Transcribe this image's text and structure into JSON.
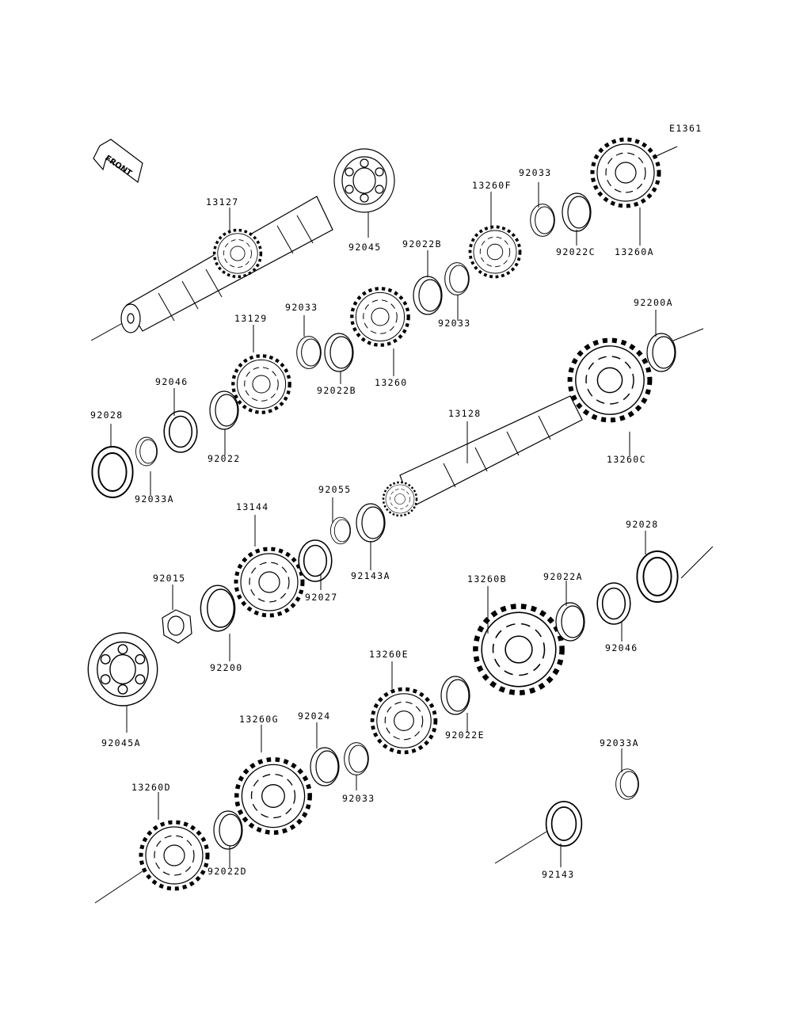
{
  "diagram_code": "E1361",
  "front_label": "FRONT",
  "parts": {
    "p13127": "13127",
    "p92045": "92045",
    "p92022B_top": "92022B",
    "p13260F": "13260F",
    "p92033_top": "92033",
    "p92022C": "92022C",
    "p13260A": "13260A",
    "p92033_mid": "92033",
    "p92033_a": "92033",
    "p13129": "13129",
    "p92022B": "92022B",
    "p13260": "13260",
    "p92200A": "92200A",
    "p92046_top": "92046",
    "p92028_top": "92028",
    "p92022": "92022",
    "p92033A_top": "92033A",
    "p13128": "13128",
    "p13260C": "13260C",
    "p92055": "92055",
    "p13144": "13144",
    "p92143A": "92143A",
    "p92027": "92027",
    "p92028_right": "92028",
    "p92015": "92015",
    "p13260B": "13260B",
    "p92022A": "92022A",
    "p92046_right": "92046",
    "p92200": "92200",
    "p92045A": "92045A",
    "p13260E": "13260E",
    "p92022E": "92022E",
    "p13260G": "13260G",
    "p92024": "92024",
    "p92033_low": "92033",
    "p92033A_low": "92033A",
    "p13260D": "13260D",
    "p92022D": "92022D",
    "p92143": "92143"
  }
}
